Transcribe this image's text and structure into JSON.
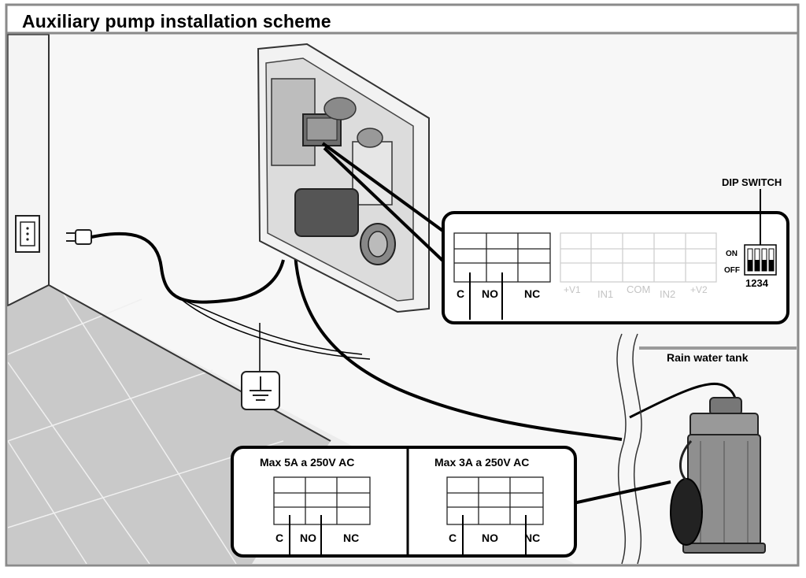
{
  "title": "Auxiliary pump installation scheme",
  "dip_switch": {
    "label": "DIP SWITCH",
    "on_label": "ON",
    "off_label": "OFF",
    "numbers": "1234"
  },
  "top_terminal": {
    "labels": [
      "C",
      "NO",
      "NC"
    ],
    "inactive_labels": [
      "+V1",
      "IN1",
      "COM",
      "IN2",
      "+V2"
    ]
  },
  "tank_label": "Rain water tank",
  "relay_left": {
    "rating": "Max 5A a 250V AC",
    "labels": [
      "C",
      "NO",
      "NC"
    ]
  },
  "relay_right": {
    "rating": "Max 3A a 250V AC",
    "labels": [
      "C",
      "NO",
      "NC"
    ]
  },
  "colors": {
    "floor": "#c9c9c9",
    "wall": "#ededed",
    "frame": "#8a8a8a",
    "pump": "#8f8f8f"
  }
}
